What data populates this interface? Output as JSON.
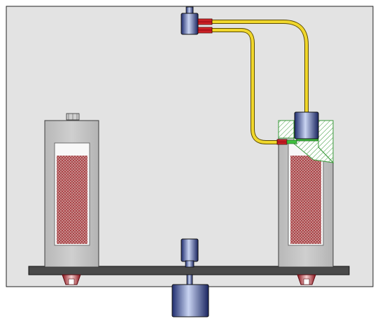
{
  "diagram": {
    "labels": [],
    "colors": {
      "background": "#ffffff",
      "frame_bg": "#e3e3e3",
      "frame_border": "#222222",
      "housing": "#c4c4c4",
      "housing_edge": "#3c3c3c",
      "cavity": "#f8f8f8",
      "fill_material": "#b4464a",
      "base_plate": "#4a4a4a",
      "cylinder_blue": "#2c3e8a",
      "cylinder_highlight": "#c9d4f2",
      "cable_yellow": "#f0d72c",
      "connector_red": "#c8141e",
      "hatch_green": "#3a9a3a",
      "seal_green": "#3fbf3f",
      "foot_red": "#c0202a"
    },
    "components": [
      "left-housing",
      "left-fill-chamber",
      "left-top-nut",
      "right-housing",
      "right-fill-chamber",
      "hatched-bracket",
      "top-connector-cylinder",
      "yellow-cable-upper",
      "yellow-cable-lower",
      "right-sensor-cylinder",
      "center-post-cylinder",
      "base-plate",
      "bottom-cylinder",
      "left-foot",
      "right-foot"
    ]
  }
}
